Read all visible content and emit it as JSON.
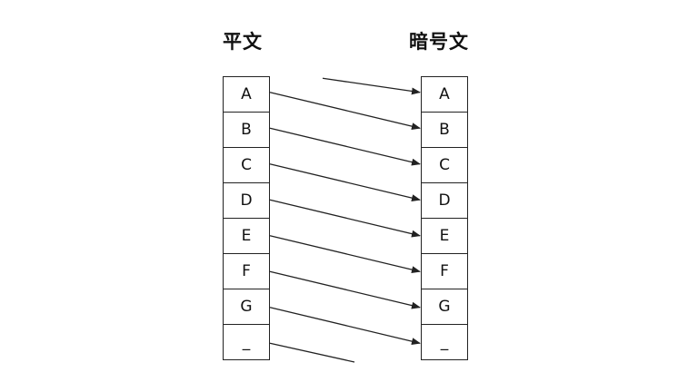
{
  "headers": {
    "plaintext": "平文",
    "ciphertext": "暗号文"
  },
  "plaintext_letters": [
    "A",
    "B",
    "C",
    "D",
    "E",
    "F",
    "G",
    "_"
  ],
  "ciphertext_letters": [
    "A",
    "B",
    "C",
    "D",
    "E",
    "F",
    "G",
    "_"
  ],
  "colors": {
    "line": "#222222",
    "text": "#111111"
  }
}
